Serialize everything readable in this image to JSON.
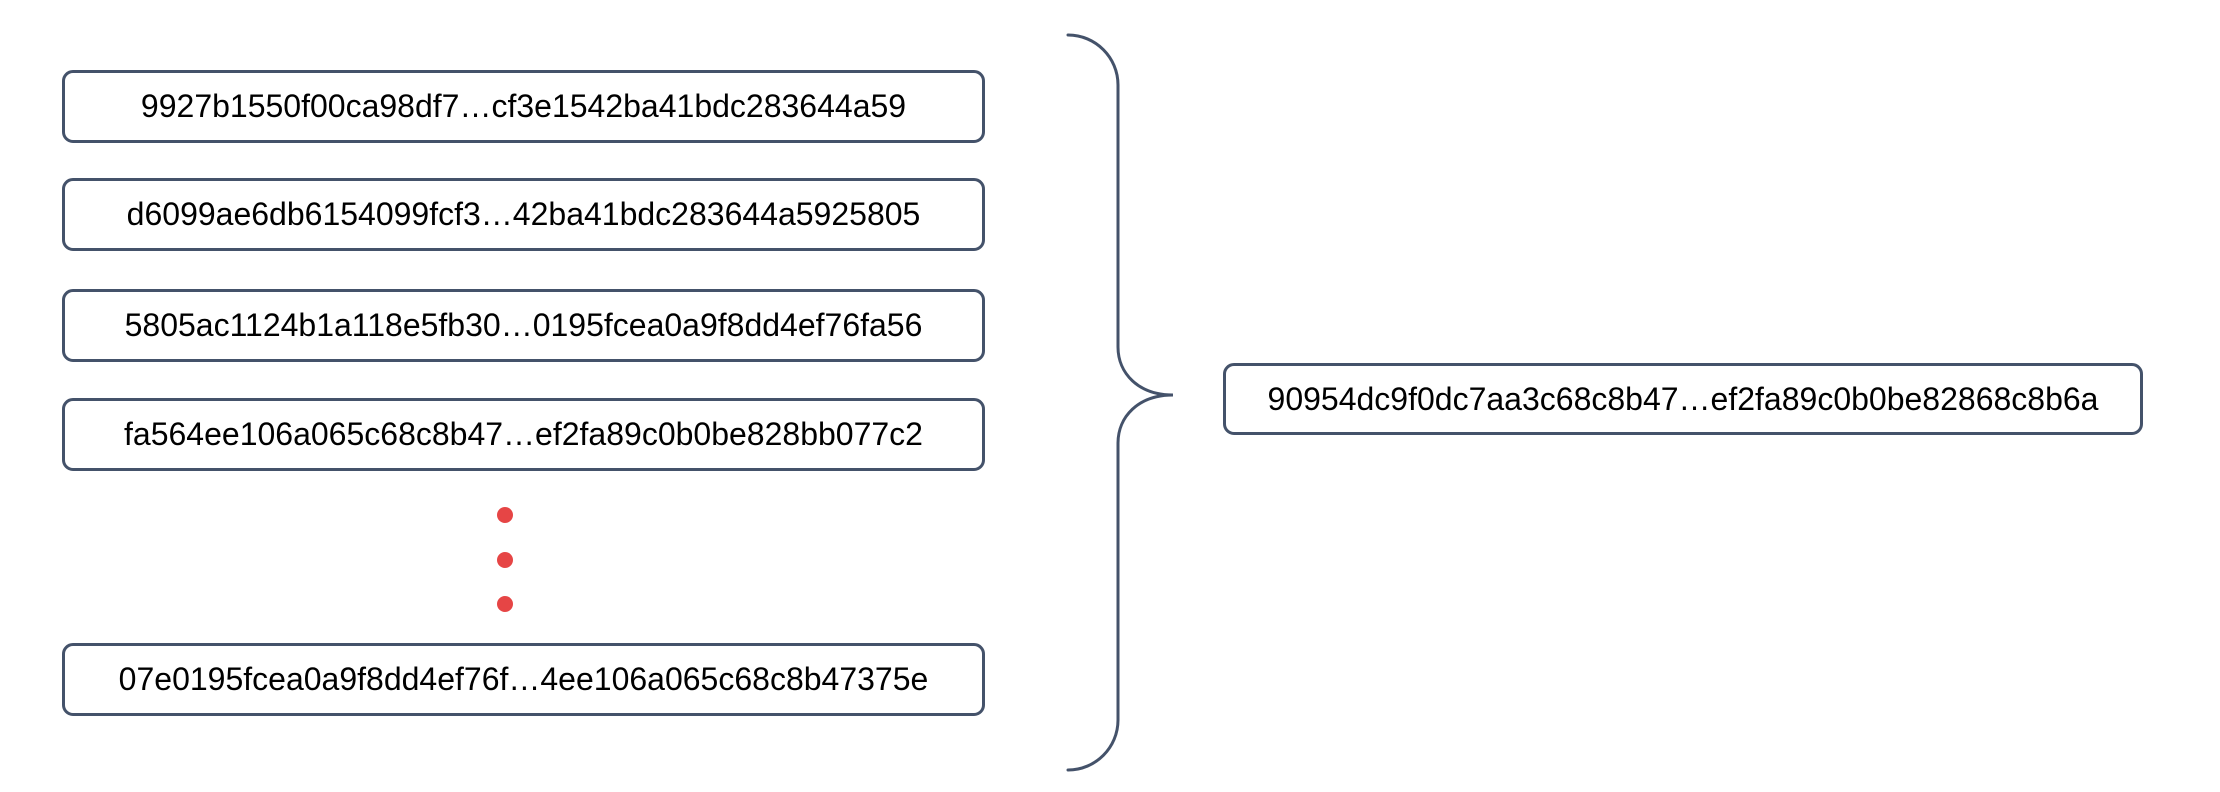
{
  "diagram": {
    "description": "Many individual hashes combined (curly brace) into one resulting hash",
    "left_hashes": [
      {
        "label": "9927b1550f00ca98df7…cf3e1542ba41bdc283644a59"
      },
      {
        "label": "d6099ae6db6154099fcf3…42ba41bdc283644a5925805"
      },
      {
        "label": "5805ac1124b1a118e5fb30…0195fcea0a9f8dd4ef76fa56"
      },
      {
        "label": "fa564ee106a065c68c8b47…ef2fa89c0b0be828bb077c2"
      },
      {
        "label": "07e0195fcea0a9f8dd4ef76f…4ee106a065c68c8b47375e"
      }
    ],
    "ellipsis_dots_count": 3,
    "result_hash": {
      "label": "90954dc9f0dc7aa3c68c8b47…ef2fa89c0b0be82868c8b6a"
    },
    "colors": {
      "box_border": "#44526a",
      "brace": "#44526a",
      "dot_red": "#e64545",
      "text": "#000000",
      "background": "#ffffff"
    }
  }
}
